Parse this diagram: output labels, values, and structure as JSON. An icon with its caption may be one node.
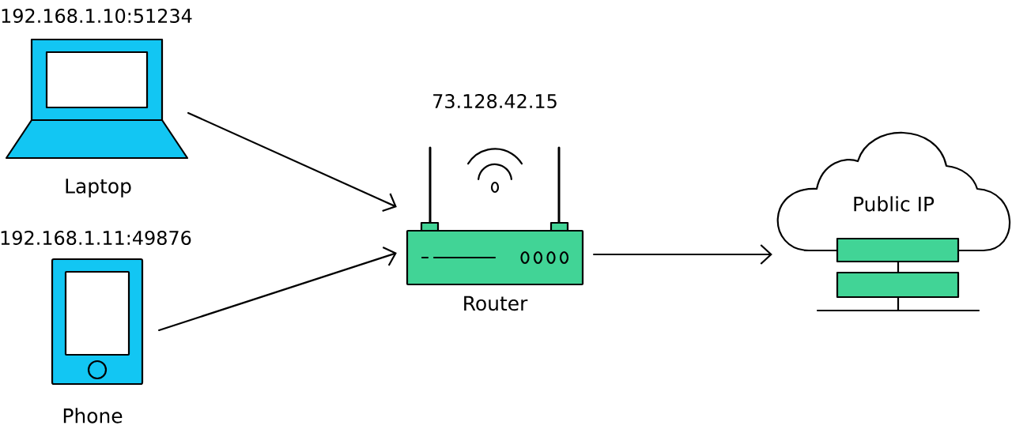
{
  "diagram": {
    "nodes": [
      {
        "text": [
          "Laptop"
        ],
        "beside": [
          "192.168.1.10:51234"
        ]
      },
      {
        "text": [
          "Phone"
        ],
        "beside": [
          "192.168.1.11:49876"
        ]
      },
      {
        "text": [
          "Router"
        ],
        "beside": [
          "73.128.42.15"
        ]
      },
      {
        "text": [
          "Public IP"
        ]
      }
    ],
    "edges": [
      {
        "from": 0,
        "to": 2,
        "arrow": "to"
      },
      {
        "from": 1,
        "to": 2,
        "arrow": "to"
      },
      {
        "from": 2,
        "to": 3,
        "arrow": "to"
      }
    ]
  }
}
